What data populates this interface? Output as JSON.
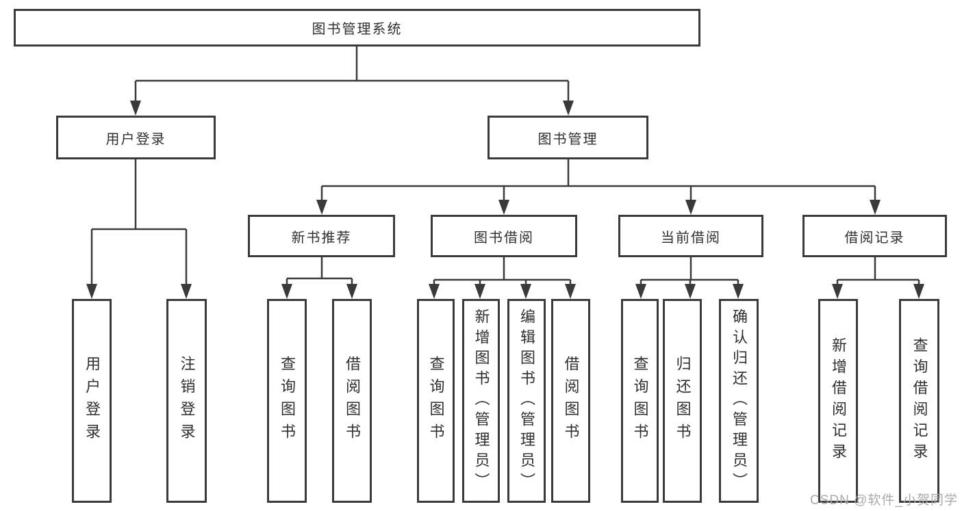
{
  "diagram": {
    "root": "图书管理系统",
    "level2": {
      "user_login": {
        "label": "用户登录",
        "children": {
          "login": "用户登录",
          "logout": "注销登录"
        }
      },
      "book_mgmt": {
        "label": "图书管理",
        "children": {
          "new_book": {
            "label": "新书推荐",
            "children": {
              "query": "查询图书",
              "borrow": "借阅图书"
            }
          },
          "book_borrow": {
            "label": "图书借阅",
            "children": {
              "query": "查询图书",
              "add": "新增图书（管理员）",
              "edit": "编辑图书（管理员）",
              "borrow": "借阅图书"
            }
          },
          "current_borrow": {
            "label": "当前借阅",
            "children": {
              "query": "查询图书",
              "return": "归还图书",
              "confirm": "确认归还（管理员）"
            }
          },
          "borrow_record": {
            "label": "借阅记录",
            "children": {
              "add": "新增借阅记录",
              "query": "查询借阅记录"
            }
          }
        }
      }
    },
    "colors": {
      "line": "#3a3a3a",
      "text": "#2f2f2f",
      "background": "#ffffff",
      "watermark": "#a9a9a9"
    }
  },
  "watermark": {
    "text": "CSDN @软件_小贺同学"
  }
}
